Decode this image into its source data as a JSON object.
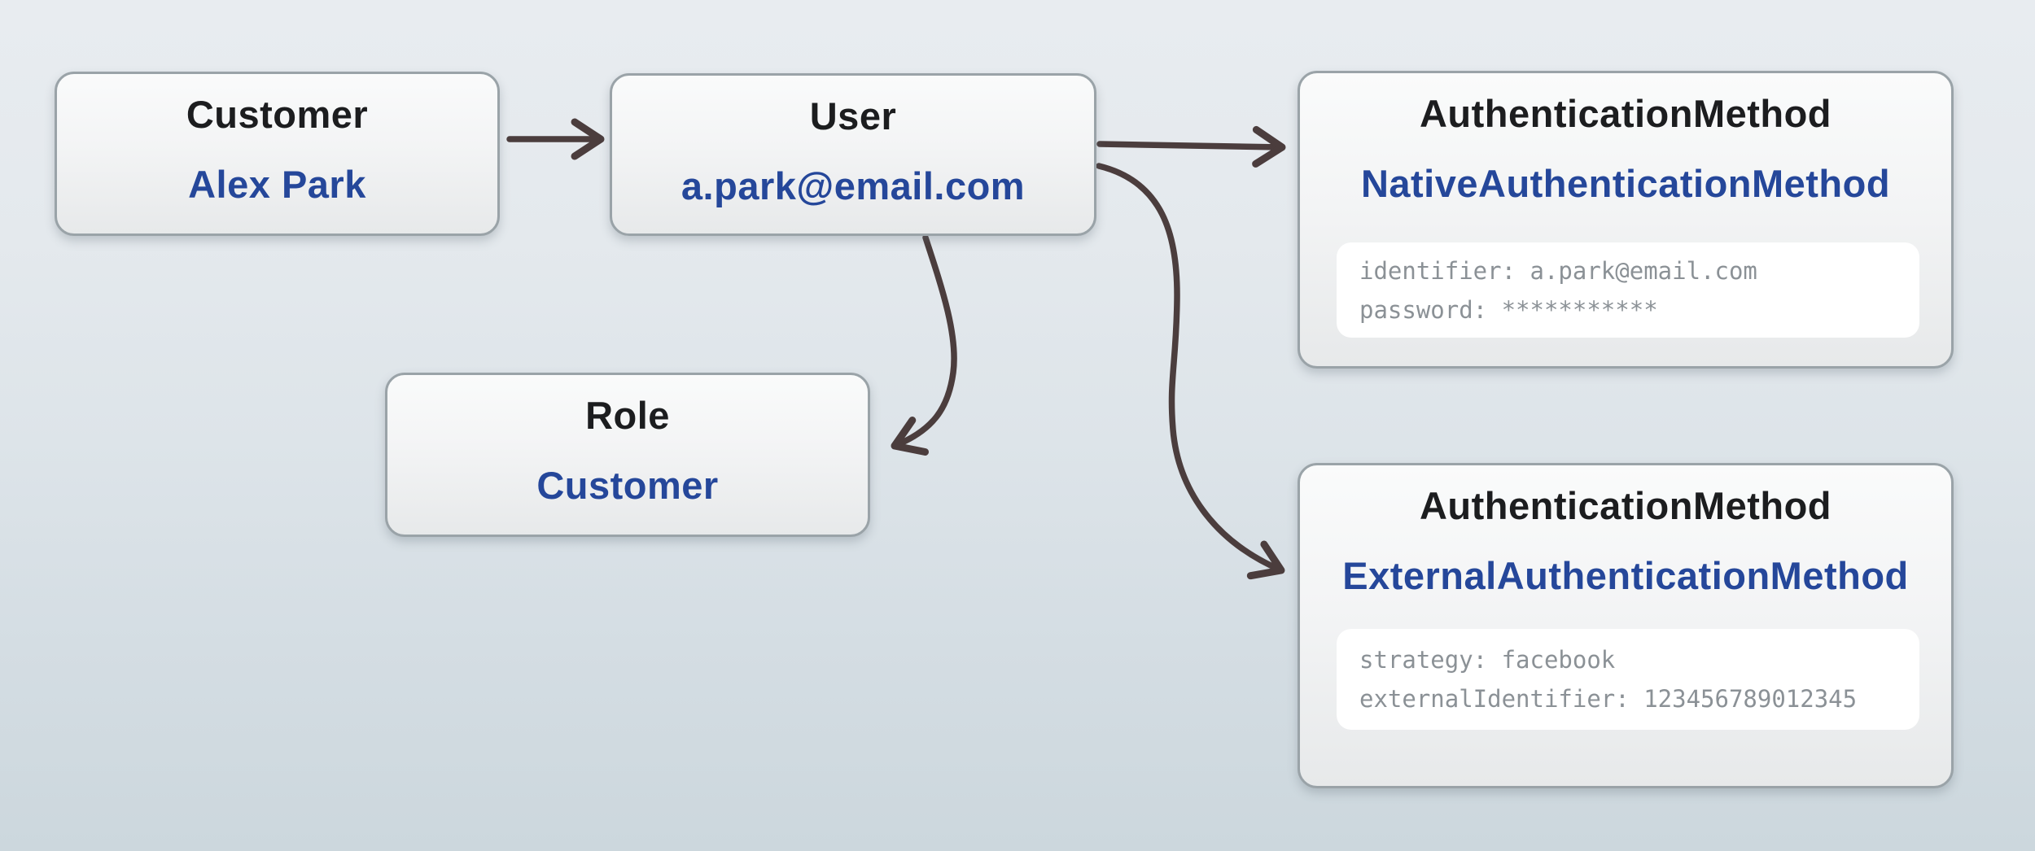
{
  "diagram": {
    "background_top_color": "#e8ecf0",
    "background_bottom_color": "#ccd7dd",
    "arrow_color": "#4b3d3d",
    "node_border_color": "#9aa3a8",
    "title_color": "#1c1d1f",
    "value_color": "#25479a",
    "detail_text_color": "#8b9196",
    "nodes": {
      "customer": {
        "title": "Customer",
        "value": "Alex Park"
      },
      "user": {
        "title": "User",
        "value": "a.park@email.com"
      },
      "native_auth": {
        "title": "AuthenticationMethod",
        "value": "NativeAuthenticationMethod",
        "details": {
          "line1": "identifier: a.park@email.com",
          "line2": "password: ***********"
        }
      },
      "role": {
        "title": "Role",
        "value": "Customer"
      },
      "external_auth": {
        "title": "AuthenticationMethod",
        "value": "ExternalAuthenticationMethod",
        "details": {
          "line1": "strategy: facebook",
          "line2": "externalIdentifier: 123456789012345"
        }
      }
    },
    "edges": [
      {
        "from": "customer",
        "to": "user"
      },
      {
        "from": "user",
        "to": "native_auth"
      },
      {
        "from": "user",
        "to": "role"
      },
      {
        "from": "user",
        "to": "external_auth"
      }
    ]
  }
}
